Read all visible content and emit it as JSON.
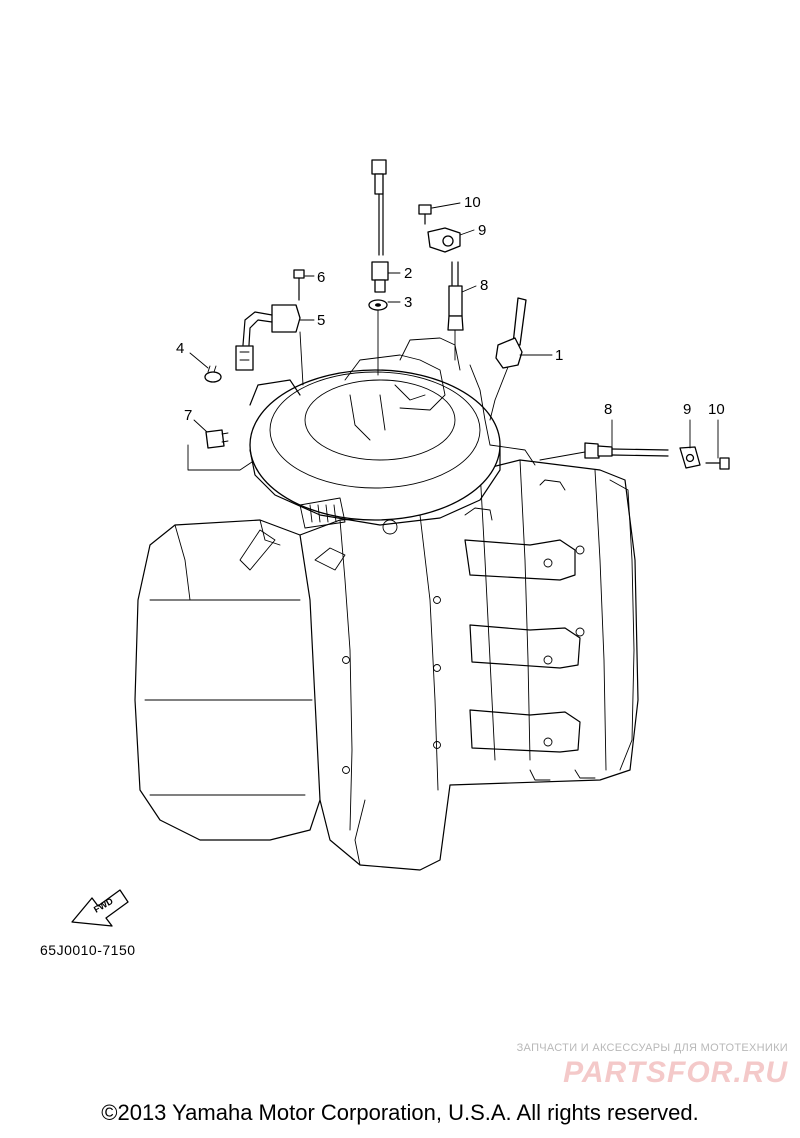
{
  "diagram": {
    "callouts": [
      "1",
      "2",
      "3",
      "4",
      "5",
      "6",
      "7",
      "8",
      "9",
      "10",
      "8",
      "9",
      "10"
    ],
    "fwd_label": "FWD",
    "drawing_code": "65J0010-7150",
    "copyright": "©2013 Yamaha Motor Corporation, U.S.A. All rights reserved."
  },
  "watermark": {
    "tagline": "ЗАПЧАСТИ И АКСЕССУАРЫ ДЛЯ МОТОТЕХНИКИ",
    "logo_text": "PARTSFOR.RU",
    "color": "#f4c9c9"
  }
}
